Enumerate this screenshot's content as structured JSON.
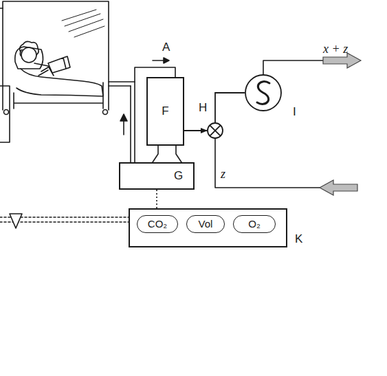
{
  "diagram": {
    "nodes": [
      {
        "text": [
          "F"
        ]
      },
      {
        "text": [
          "G"
        ]
      },
      {
        "text": [
          "H"
        ]
      },
      {
        "text": [
          "I"
        ]
      },
      {
        "text": [
          "K"
        ]
      },
      {
        "text": [
          "CO₂"
        ],
        "in": 4
      },
      {
        "text": [
          "Vol"
        ],
        "in": 4
      },
      {
        "text": [
          "O₂"
        ],
        "in": 4
      }
    ],
    "edges": [
      {
        "from": 0,
        "to": 2,
        "arrow": "to"
      },
      {
        "from": 2,
        "to": 3,
        "arrow": "none"
      },
      {
        "from": 1,
        "to": 4,
        "arrow": "none"
      }
    ],
    "labels": [
      "A",
      "x + z",
      "z"
    ]
  }
}
